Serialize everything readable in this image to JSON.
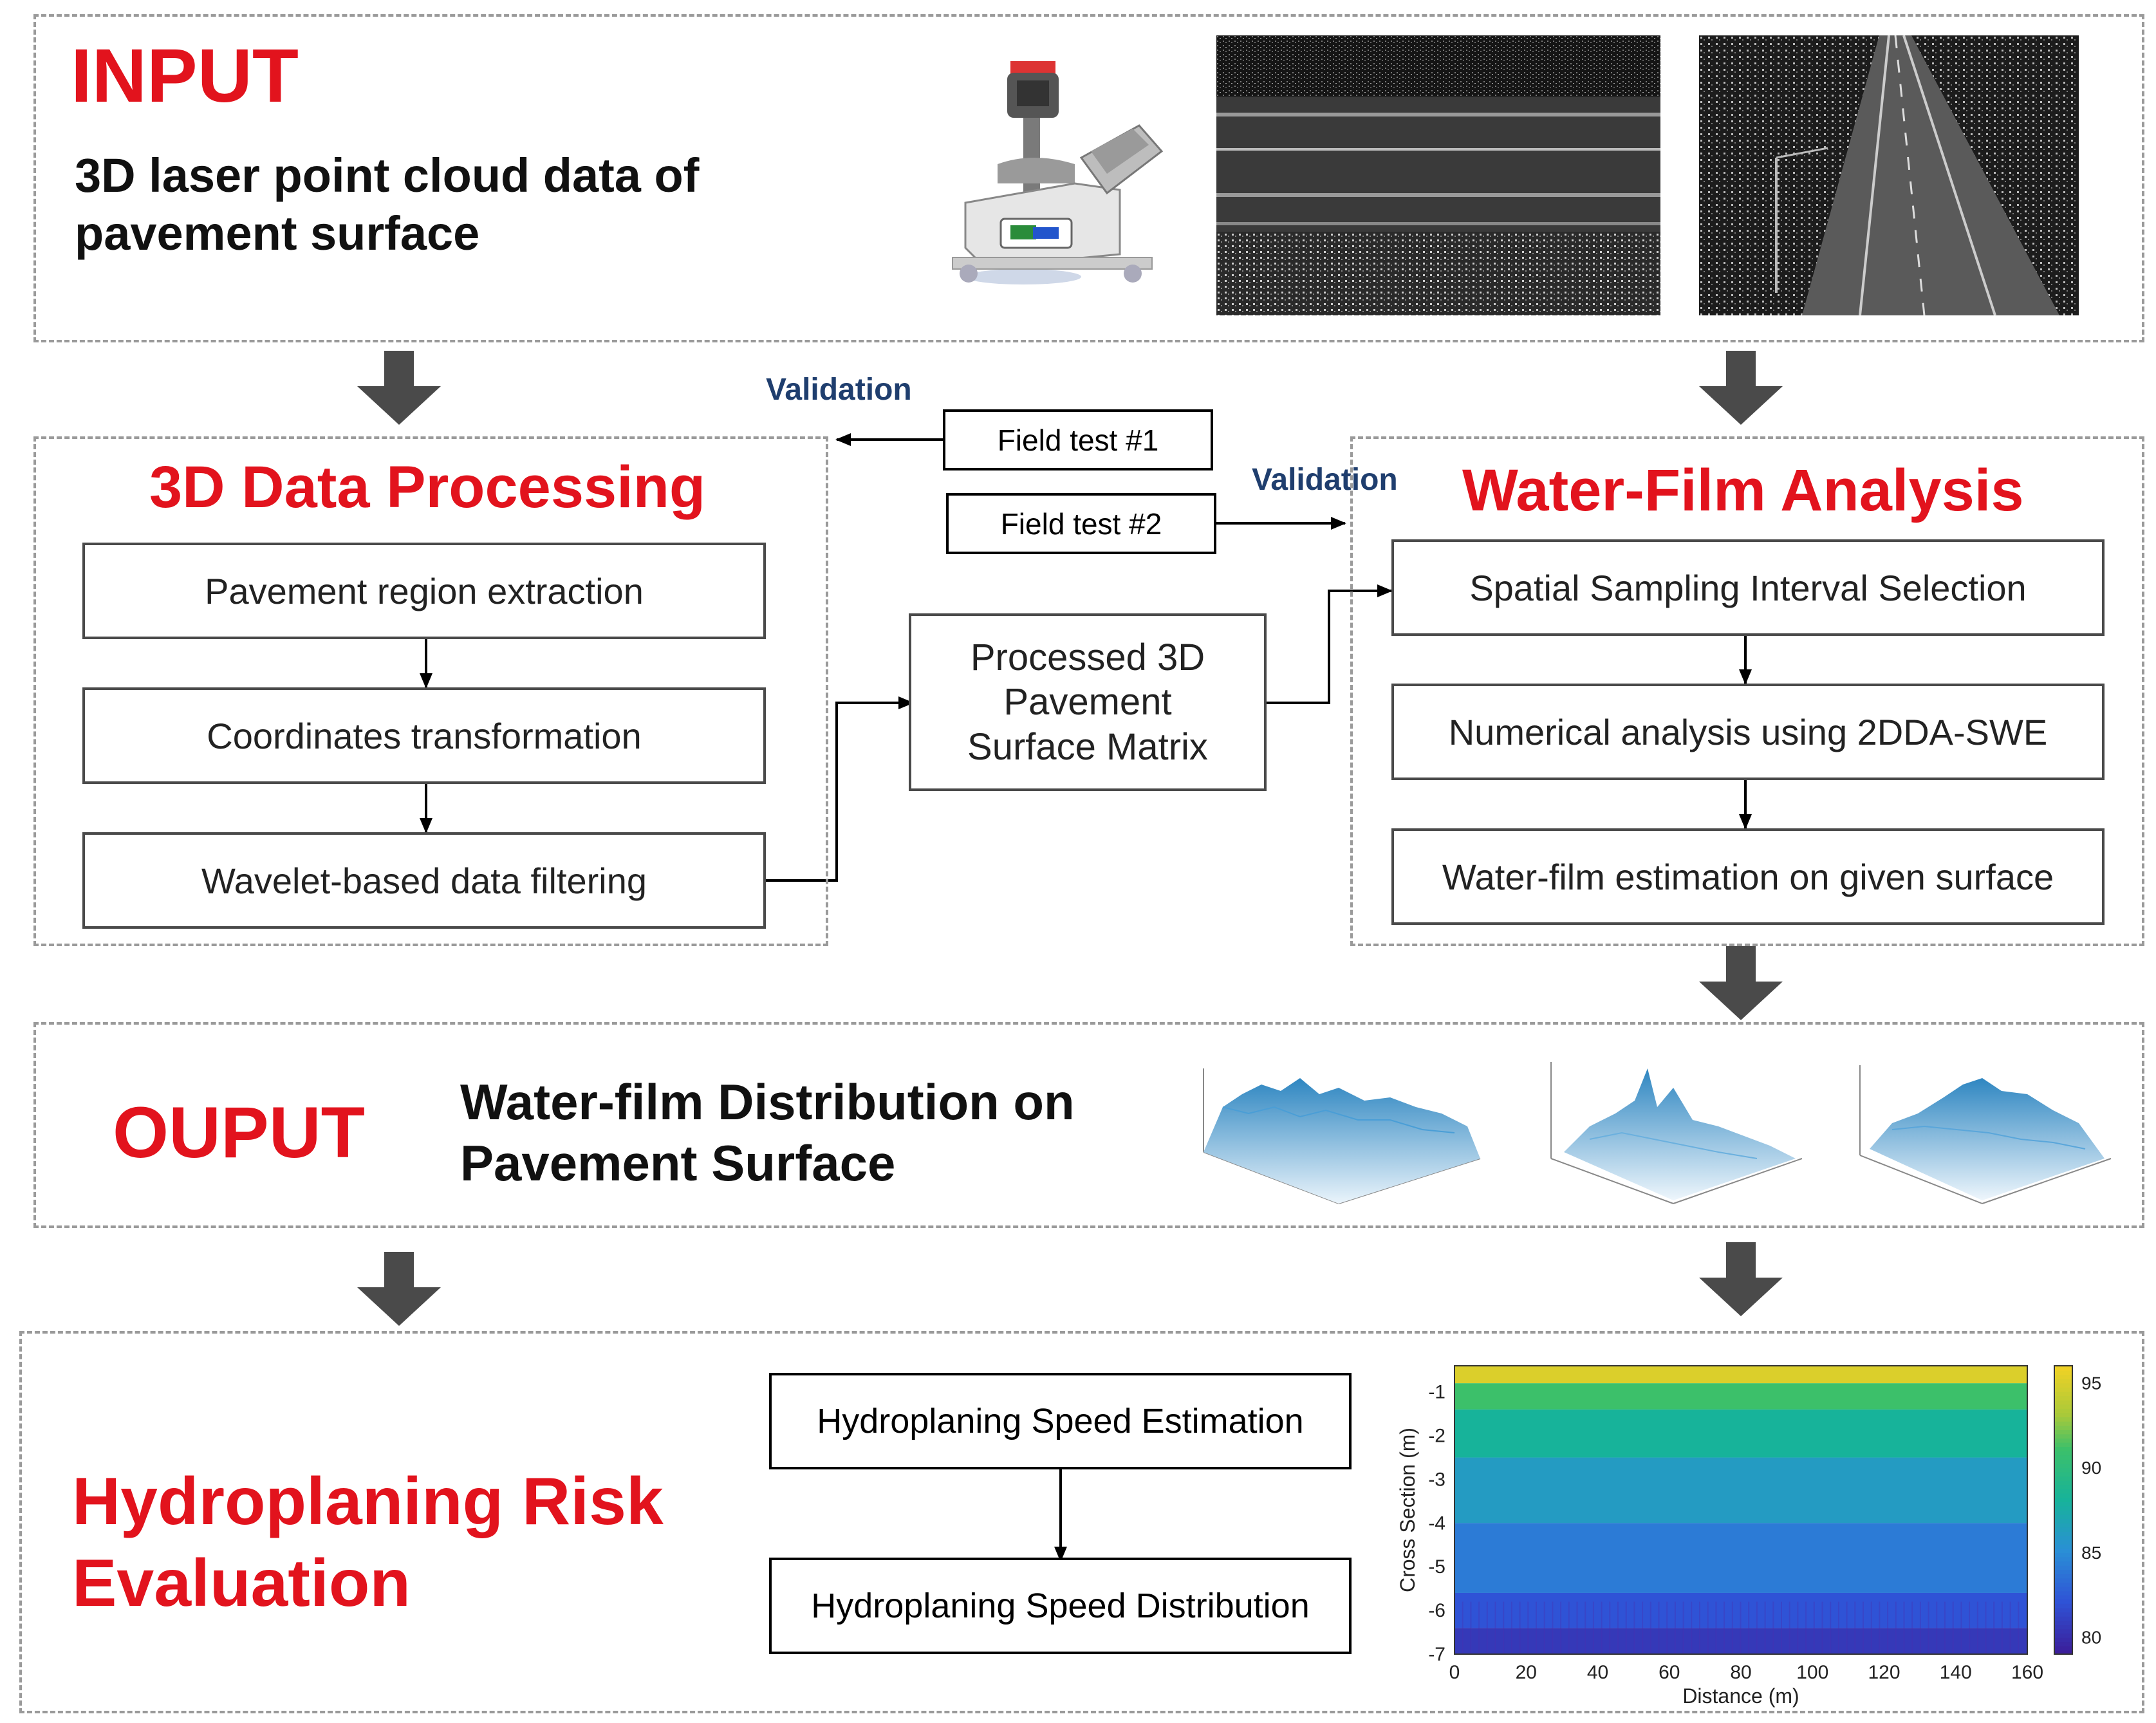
{
  "input": {
    "title": "INPUT",
    "description_line1": "3D laser point cloud data of",
    "description_line2": "pavement surface"
  },
  "processing": {
    "title": "3D Data Processing",
    "steps": [
      "Pavement region extraction",
      "Coordinates transformation",
      "Wavelet-based data filtering"
    ]
  },
  "matrix": {
    "line1": "Processed 3D",
    "line2": "Pavement",
    "line3": "Surface Matrix"
  },
  "validation": {
    "label_1": "Validation",
    "label_2": "Validation",
    "field_test_1": "Field test #1",
    "field_test_2": "Field test #2"
  },
  "water_film": {
    "title": "Water-Film Analysis",
    "steps": [
      "Spatial Sampling Interval Selection",
      "Numerical analysis using 2DDA-SWE",
      "Water-film estimation on given surface"
    ]
  },
  "output": {
    "title": "OUPUT",
    "description_line1": "Water-film Distribution on",
    "description_line2": "Pavement Surface"
  },
  "risk": {
    "title_line1": "Hydroplaning Risk",
    "title_line2": "Evaluation",
    "steps": [
      "Hydroplaning Speed Estimation",
      "Hydroplaning Speed Distribution"
    ]
  },
  "chart_data": {
    "type": "heatmap",
    "xlabel": "Distance (m)",
    "ylabel": "Cross Section (m)",
    "x_ticks": [
      0,
      20,
      40,
      60,
      80,
      100,
      120,
      140,
      160
    ],
    "y_ticks": [
      -1,
      -2,
      -3,
      -4,
      -5,
      -6,
      -7
    ],
    "xlim": [
      0,
      160
    ],
    "ylim": [
      -7,
      -0.4
    ],
    "colorbar_ticks": [
      95,
      90,
      85,
      80
    ],
    "colorbar_range": [
      79,
      96
    ],
    "bands": [
      {
        "from": -0.4,
        "to": -0.8,
        "value": 95
      },
      {
        "from": -0.8,
        "to": -1.4,
        "value": 91
      },
      {
        "from": -1.4,
        "to": -2.5,
        "value": 88
      },
      {
        "from": -2.5,
        "to": -4.0,
        "value": 86
      },
      {
        "from": -4.0,
        "to": -5.6,
        "value": 84
      },
      {
        "from": -5.6,
        "to": -6.4,
        "value": 82
      },
      {
        "from": -6.4,
        "to": -7.0,
        "value": 80.5
      }
    ]
  },
  "colors": {
    "title_red": "#e2131d",
    "validation_blue": "#1f3e6e",
    "arrow_gray": "#4a4a4a",
    "dashed_border": "#9a9a9a"
  }
}
